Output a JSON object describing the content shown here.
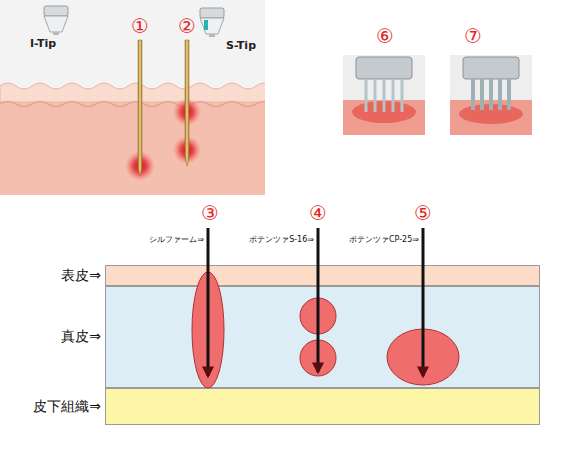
{
  "diagram": {
    "nodes": [
      {
        "text": [
          "表皮⇒"
        ]
      },
      {
        "text": [
          "真皮⇒"
        ]
      },
      {
        "text": [
          "皮下組織⇒"
        ]
      }
    ],
    "labels": [
      "①",
      "②",
      "I-Tip",
      "S-Tip",
      "⑥",
      "⑦",
      "③",
      "④",
      "⑤",
      "シルファーム⇒",
      "ポテンツァS-16⇒",
      "ポテンツァCP-25⇒"
    ]
  }
}
